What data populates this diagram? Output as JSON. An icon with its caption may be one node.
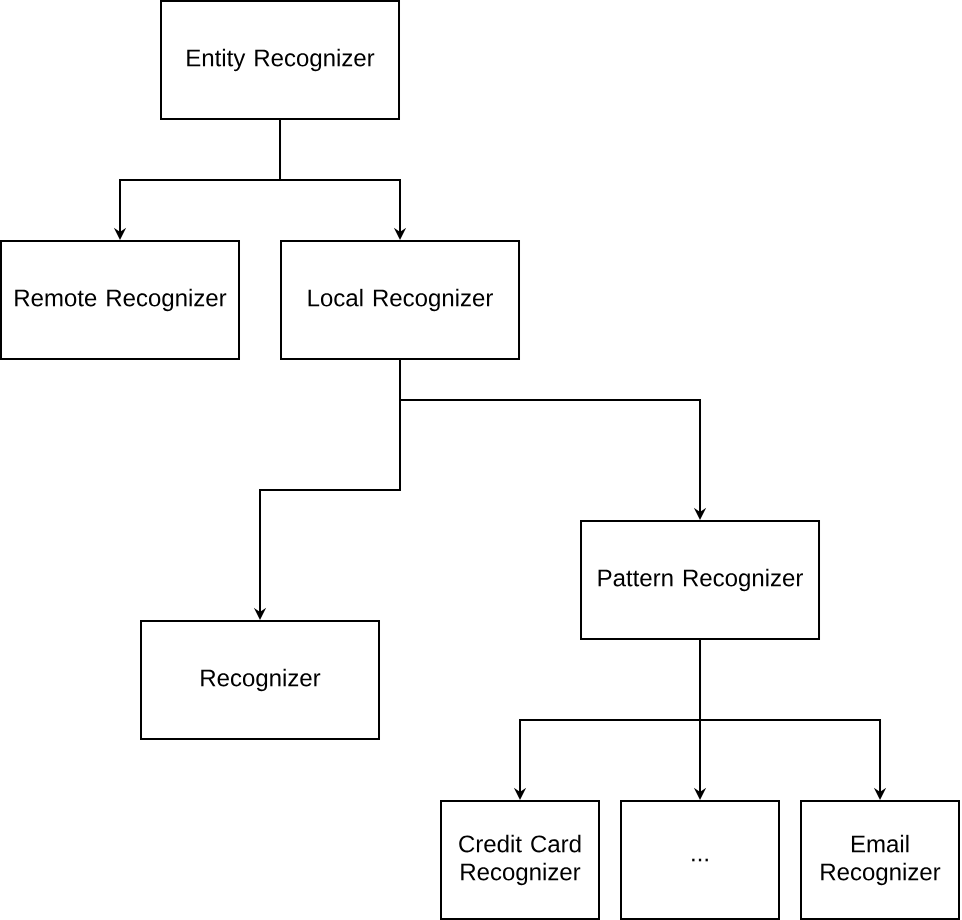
{
  "diagram": {
    "nodes": [
      {
        "text": [
          "Entity Recognizer"
        ]
      },
      {
        "text": [
          "Remote Recognizer"
        ]
      },
      {
        "text": [
          "Local Recognizer"
        ]
      },
      {
        "text": [
          "Recognizer"
        ]
      },
      {
        "text": [
          "Pattern Recognizer"
        ]
      },
      {
        "text": [
          "Credit Card Recognizer"
        ]
      },
      {
        "text": [
          "..."
        ]
      },
      {
        "text": [
          "Email Recognizer"
        ]
      }
    ],
    "edges": [
      {
        "from": 0,
        "to": 1,
        "arrow": "to"
      },
      {
        "from": 0,
        "to": 2,
        "arrow": "to"
      },
      {
        "from": 2,
        "to": 3,
        "arrow": "to"
      },
      {
        "from": 2,
        "to": 4,
        "arrow": "to"
      },
      {
        "from": 4,
        "to": 5,
        "arrow": "to"
      },
      {
        "from": 4,
        "to": 6,
        "arrow": "to"
      },
      {
        "from": 4,
        "to": 7,
        "arrow": "to"
      }
    ]
  }
}
